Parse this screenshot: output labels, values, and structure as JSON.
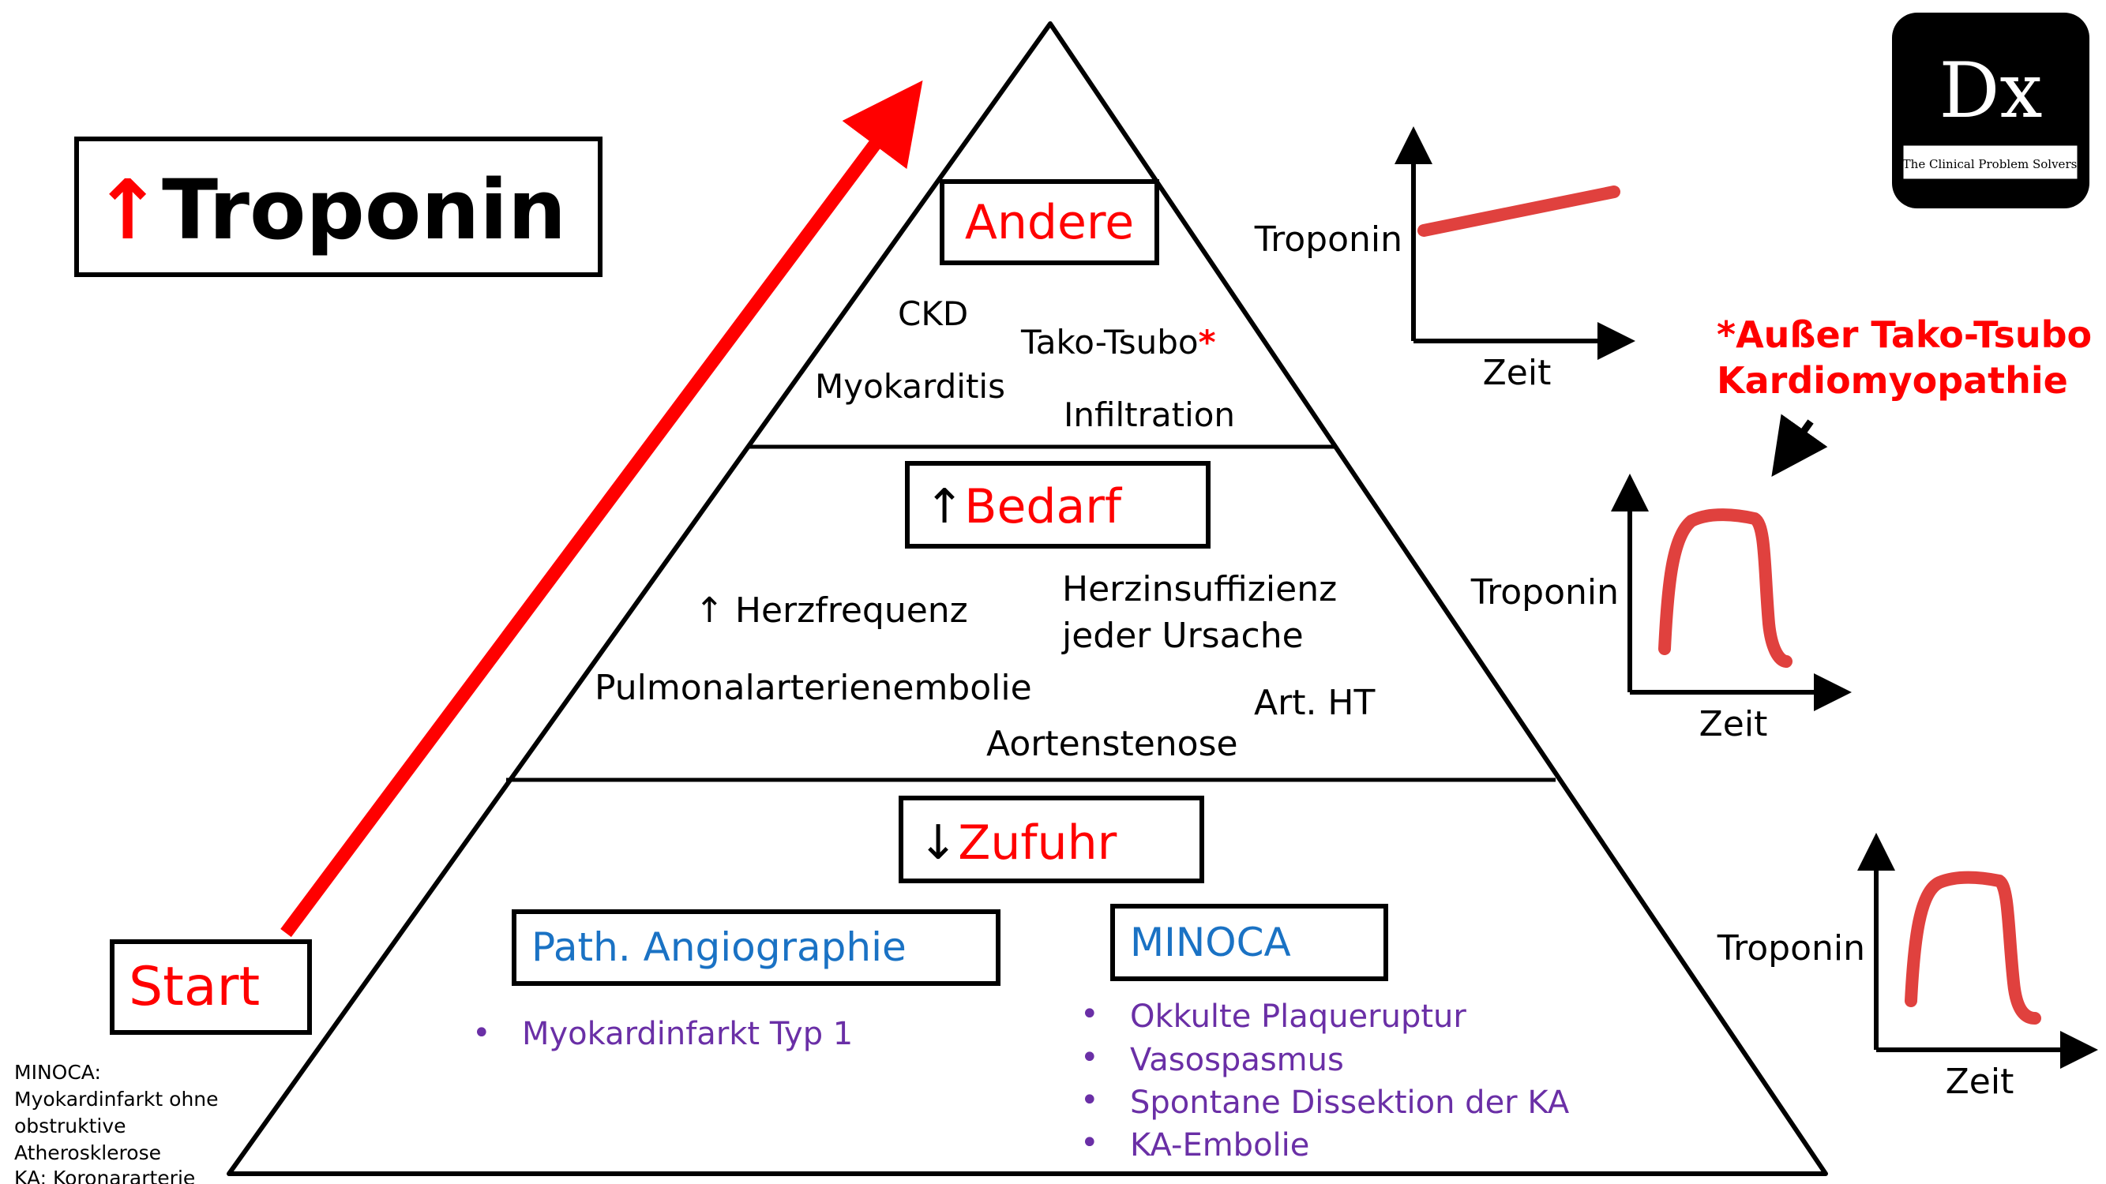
{
  "title": {
    "arrow": "↑",
    "text": "Troponin"
  },
  "start_label": "Start",
  "logo": {
    "mark": "Dx",
    "caption": "The Clinical Problem Solvers"
  },
  "footnote": {
    "lines": [
      "MINOCA:",
      "Myokardinfarkt ohne",
      "obstruktive",
      "Atherosklerose",
      "KA: Koronararterie"
    ]
  },
  "pyramid": {
    "top": {
      "header": "Andere",
      "items": {
        "ckd": "CKD",
        "tako": "Tako-Tsubo",
        "tako_star": "*",
        "myokarditis": "Myokarditis",
        "infiltration": "Infiltration"
      }
    },
    "middle": {
      "header_arrow": "↑",
      "header": "Bedarf",
      "items": {
        "herzfrequenz_arrow": "↑",
        "herzfrequenz": "Herzfrequenz",
        "herzinsuffizienz_1": "Herzinsuffizienz",
        "herzinsuffizienz_2": "jeder Ursache",
        "lungenembolie": "Pulmonalarterienembolie",
        "art_ht": "Art. HT",
        "aortenstenose": "Aortenstenose"
      }
    },
    "bottom": {
      "header_arrow": "↓",
      "header": "Zufuhr",
      "left_box": "Path. Angiographie",
      "left_items": [
        "Myokardinfarkt Typ 1"
      ],
      "right_box": "MINOCA",
      "right_items": [
        "Okkulte Plaqueruptur",
        "Vasospasmus",
        "Spontane Dissektion der KA",
        "KA-Embolie"
      ]
    }
  },
  "curves": [
    {
      "ylabel": "Troponin",
      "xlabel": "Zeit",
      "shape": "flat-rising-line"
    },
    {
      "ylabel": "Troponin",
      "xlabel": "Zeit",
      "shape": "rise-and-fall"
    },
    {
      "ylabel": "Troponin",
      "xlabel": "Zeit",
      "shape": "rise-and-fall"
    }
  ],
  "exception_note": {
    "line1_star": "*",
    "line1": "Außer Tako-Tsubo",
    "line2": "Kardiomyopathie"
  },
  "colors": {
    "accent_red": "#ff0000",
    "curve_red": "#e0413e",
    "blue": "#1a72c4",
    "purple": "#6a2fa6",
    "black": "#000000"
  }
}
